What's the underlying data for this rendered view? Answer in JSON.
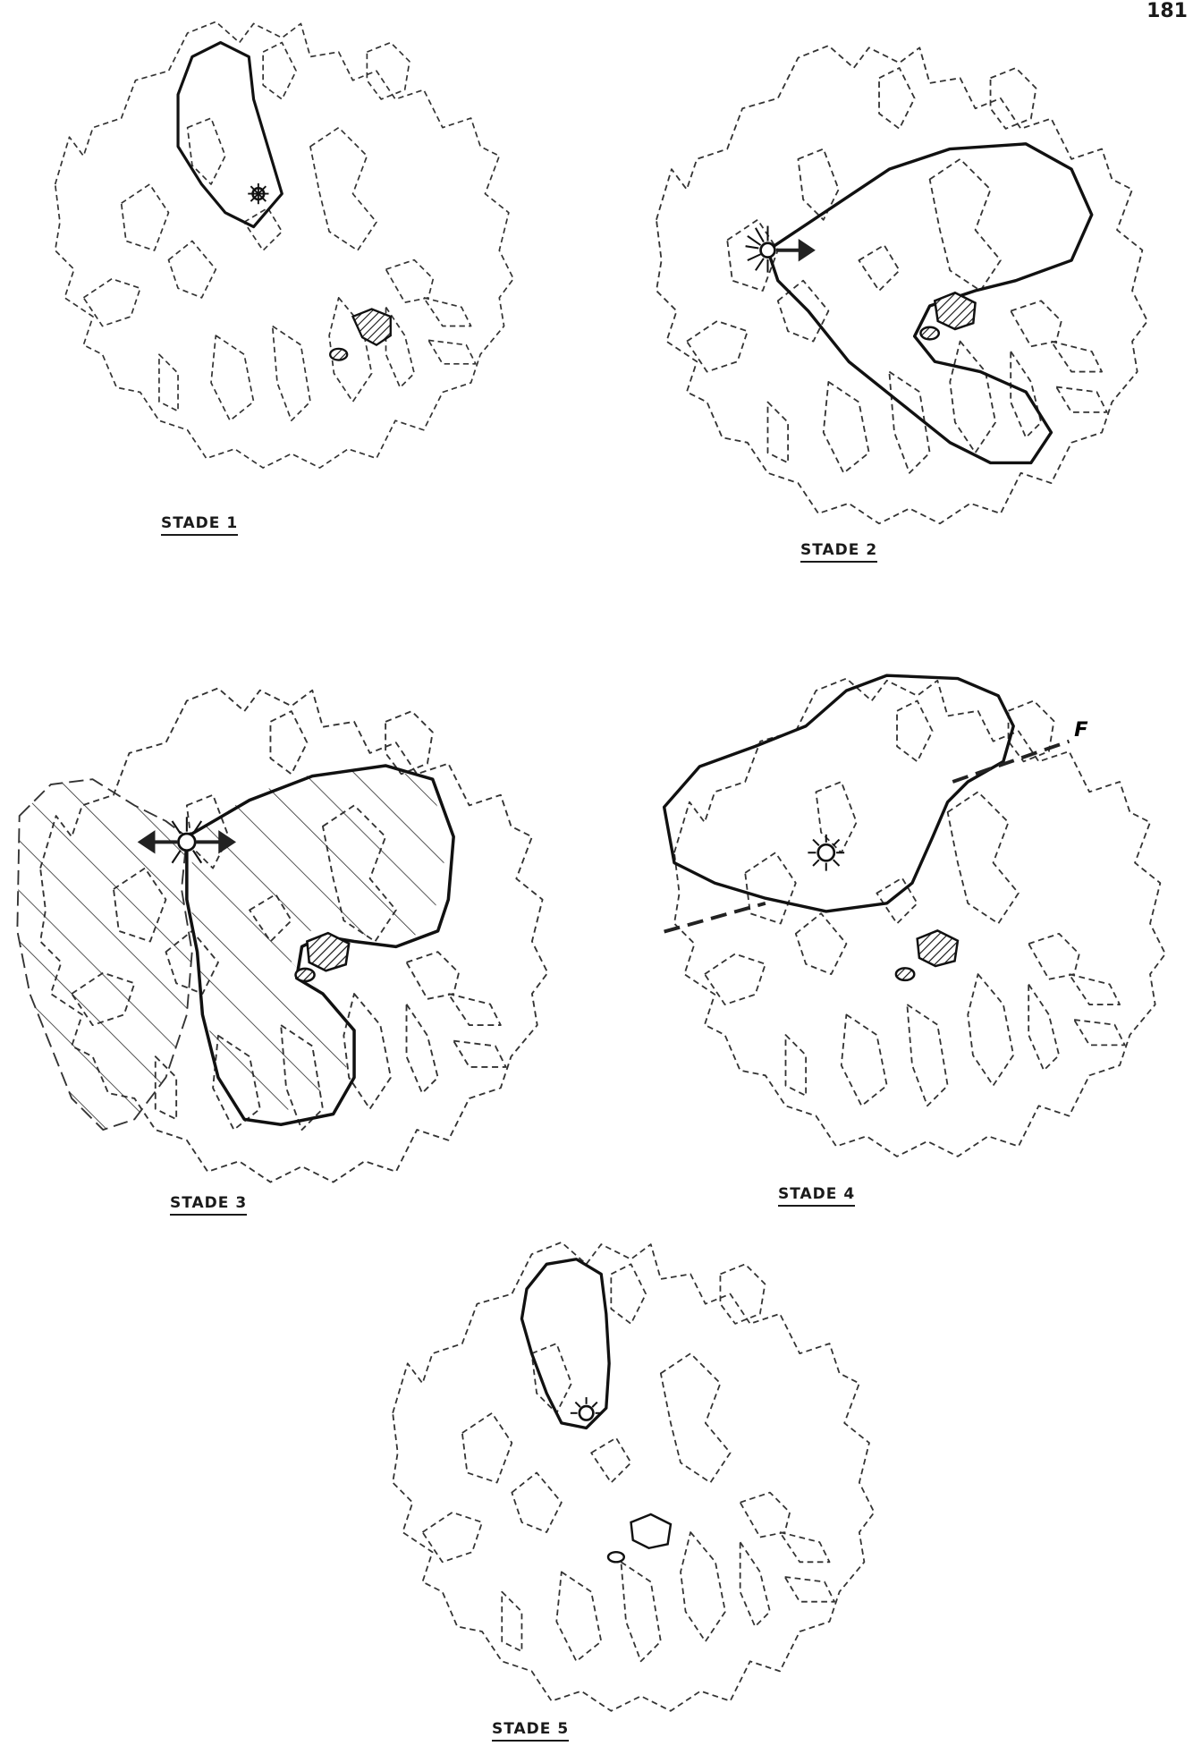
{
  "page": {
    "number": "181"
  },
  "stages": [
    {
      "id": "s1",
      "label": "STADE 1"
    },
    {
      "id": "s2",
      "label": "STADE 2"
    },
    {
      "id": "s3",
      "label": "STADE 3"
    },
    {
      "id": "s4",
      "label": "STADE 4",
      "fault_label": "F"
    },
    {
      "id": "s5",
      "label": "STADE 5"
    }
  ]
}
